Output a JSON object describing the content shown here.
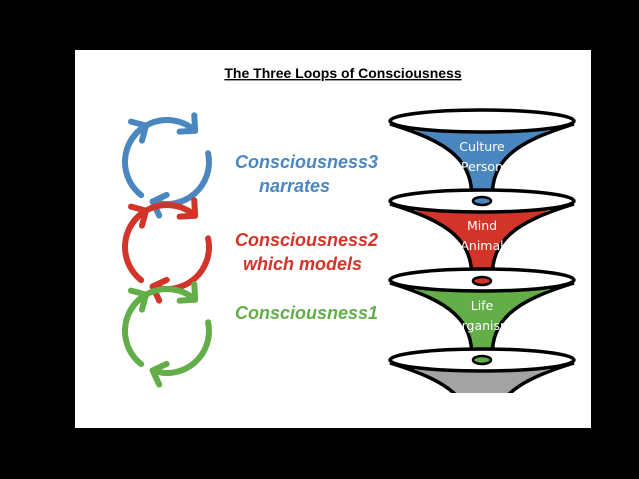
{
  "title": "The Three Loops of Consciousness",
  "colors": {
    "blue": "#4a86c0",
    "red": "#d3342a",
    "green": "#63ae48",
    "gray": "#a3a3a3"
  },
  "loops": [
    {
      "line1": "Consciousness3",
      "line2": "narrates",
      "color": "#4a86c0"
    },
    {
      "line1": "Consciousness2",
      "line2": "which models",
      "color": "#d3342a"
    },
    {
      "line1": "Consciousness1",
      "line2": "",
      "color": "#63ae48"
    }
  ],
  "funnels": [
    {
      "line1": "Culture",
      "line2": "Person",
      "color": "#4a86c0"
    },
    {
      "line1": "Mind",
      "line2": "Animal",
      "color": "#d3342a"
    },
    {
      "line1": "Life",
      "line2": "Organism",
      "color": "#63ae48"
    },
    {
      "line1": "",
      "line2": "",
      "color": "#a3a3a3"
    }
  ]
}
